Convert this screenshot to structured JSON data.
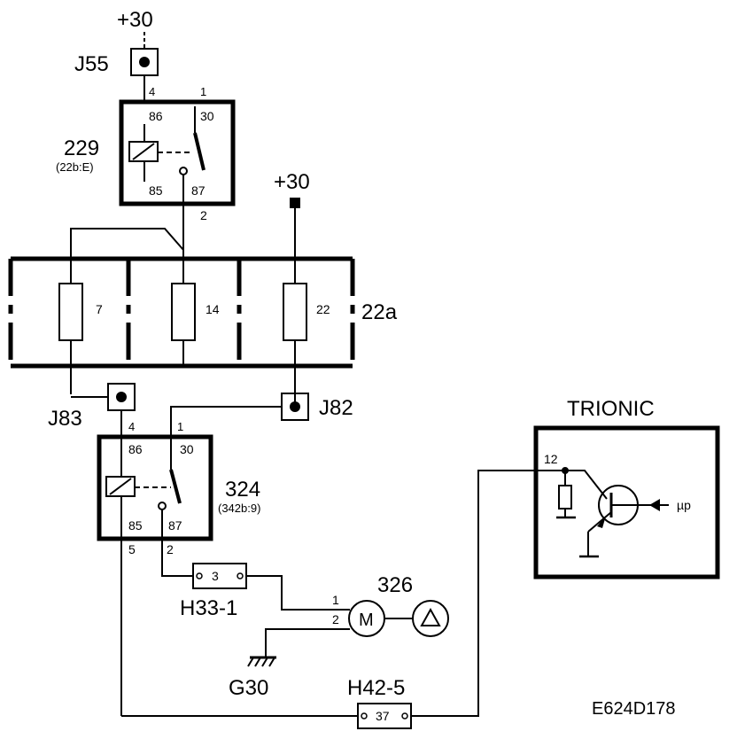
{
  "supply": {
    "top": "+30",
    "right": "+30"
  },
  "connectors": {
    "j55": "J55",
    "j83": "J83",
    "j82": "J82"
  },
  "relay229": {
    "id": "229",
    "ref": "(22b:E)",
    "wire_in": "4",
    "wire_out_top": "1",
    "wire_out_bottom": "2",
    "pin86": "86",
    "pin30": "30",
    "pin85": "85",
    "pin87": "87"
  },
  "fusebox": {
    "id": "22a",
    "fuses": [
      "7",
      "14",
      "22"
    ]
  },
  "relay324": {
    "id": "324",
    "ref": "(342b:9)",
    "wire_in": "4",
    "wire_in2": "1",
    "wire_85": "5",
    "wire_87": "2",
    "pin86": "86",
    "pin30": "30",
    "pin85": "85",
    "pin87": "87"
  },
  "connector_h33": {
    "id": "H33-1",
    "pin": "3"
  },
  "connector_h42": {
    "id": "H42-5",
    "pin": "37"
  },
  "pump": {
    "id": "326",
    "motor": "M",
    "pin1": "1",
    "pin2": "2"
  },
  "ground": {
    "id": "G30"
  },
  "ecu": {
    "name": "TRIONIC",
    "pin": "12",
    "mcu": "µp"
  },
  "diagram_code": "E624D178"
}
